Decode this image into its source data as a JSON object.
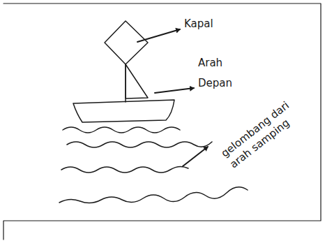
{
  "diagram": {
    "labels": [
      "Kapal",
      "Arah Depan",
      "gelombang dari arah samping"
    ]
  }
}
